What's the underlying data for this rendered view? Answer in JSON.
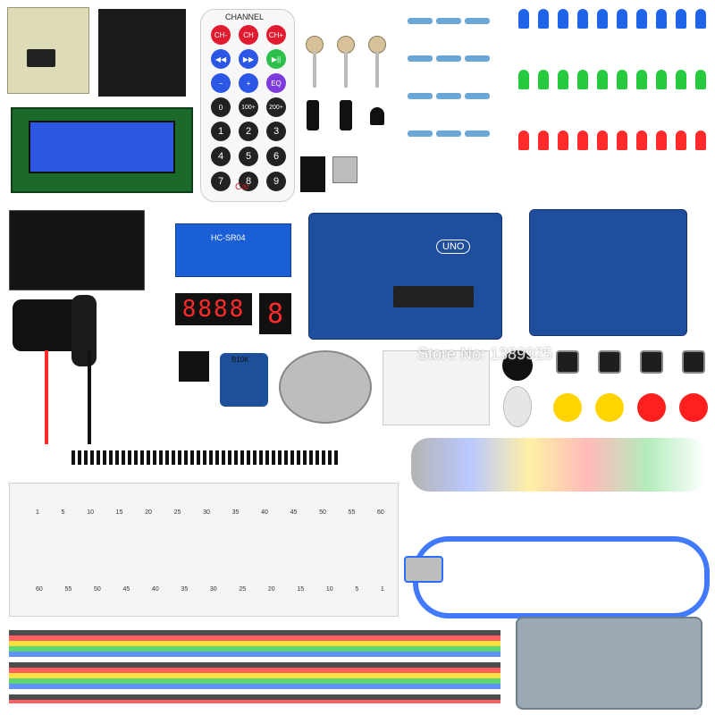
{
  "watermark": {
    "text": "Store No: 1389925"
  },
  "remote": {
    "title": "CHANNEL",
    "brand": "Car",
    "row1": [
      "CH-",
      "CH",
      "CH+"
    ],
    "row2": [
      "◀◀",
      "▶▶",
      "▶||"
    ],
    "row3": [
      "−",
      "+",
      "EQ"
    ],
    "row4": [
      "0",
      "100+",
      "200+"
    ],
    "digits": [
      "1",
      "2",
      "3",
      "4",
      "5",
      "6",
      "7",
      "8",
      "9"
    ]
  },
  "board": {
    "label": "UNO"
  },
  "sensor": {
    "label": "HC-SR04"
  },
  "pot": {
    "label": "B10K"
  },
  "display": {
    "four_digit": "8888",
    "single_digit": "8"
  },
  "breadboard": {
    "top_numbers": [
      "1",
      "5",
      "10",
      "15",
      "20",
      "25",
      "30",
      "35",
      "40",
      "45",
      "50",
      "55",
      "60"
    ],
    "bottom_numbers": [
      "60",
      "55",
      "50",
      "45",
      "40",
      "35",
      "30",
      "25",
      "20",
      "15",
      "10",
      "5",
      "1"
    ]
  },
  "colors": {
    "blue_led": "#1f63e8",
    "green_led": "#27c93f",
    "red_led": "#ff2b2b",
    "arduino_blue": "#1f4f9c"
  }
}
